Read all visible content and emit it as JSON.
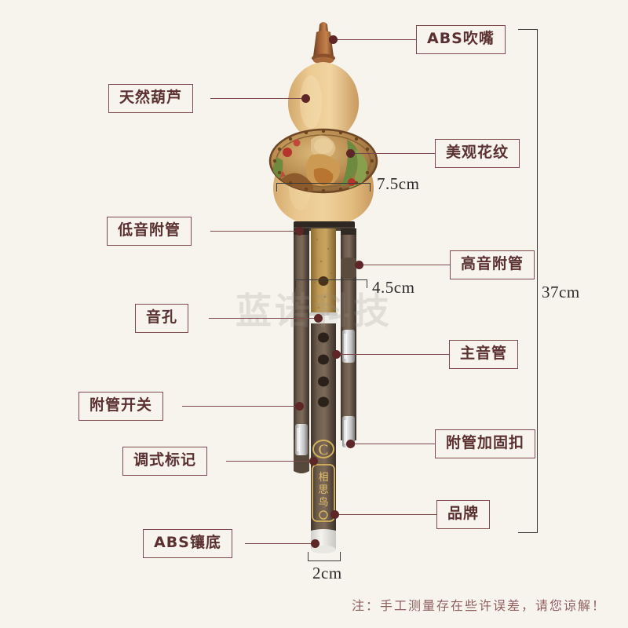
{
  "product": {
    "name": "hulusi-gourd-flute-diagram",
    "watermark": "蓝诺科技"
  },
  "labels": [
    {
      "id": "abs-mouthpiece",
      "text": "ABS吹嘴",
      "side": "right"
    },
    {
      "id": "natural-gourd",
      "text": "天然葫芦",
      "side": "left"
    },
    {
      "id": "beautiful-pattern",
      "text": "美观花纹",
      "side": "right"
    },
    {
      "id": "bass-drone-pipe",
      "text": "低音附管",
      "side": "left"
    },
    {
      "id": "treble-drone-pipe",
      "text": "高音附管",
      "side": "right"
    },
    {
      "id": "finger-hole",
      "text": "音孔",
      "side": "left"
    },
    {
      "id": "main-pipe",
      "text": "主音管",
      "side": "right"
    },
    {
      "id": "drone-switch",
      "text": "附管开关",
      "side": "left"
    },
    {
      "id": "key-marking",
      "text": "调式标记",
      "side": "left"
    },
    {
      "id": "drone-reinforce-clip",
      "text": "附管加固扣",
      "side": "right"
    },
    {
      "id": "brand",
      "text": "品牌",
      "side": "right"
    },
    {
      "id": "abs-base",
      "text": "ABS镶底",
      "side": "left"
    }
  ],
  "dimensions": {
    "gourd_width": "7.5cm",
    "pipe_span": "4.5cm",
    "total_length": "37cm",
    "base_width": "2cm"
  },
  "footer": {
    "note": "注：手工测量存在些许误差，请您谅解！"
  },
  "engravings": {
    "key_mark": "C",
    "brand_plate": "相思鸟"
  },
  "colors": {
    "background": "#f7f4ee",
    "label_border": "#7c4a4a",
    "label_text": "#5a3030",
    "dot": "#5e2626",
    "dimension_text": "#2a2a2a",
    "note_text": "#8f5f5f",
    "gourd": "#e7c287",
    "pipe_dark": "#6b5a4e",
    "pipe_light": "#b08a4a"
  }
}
